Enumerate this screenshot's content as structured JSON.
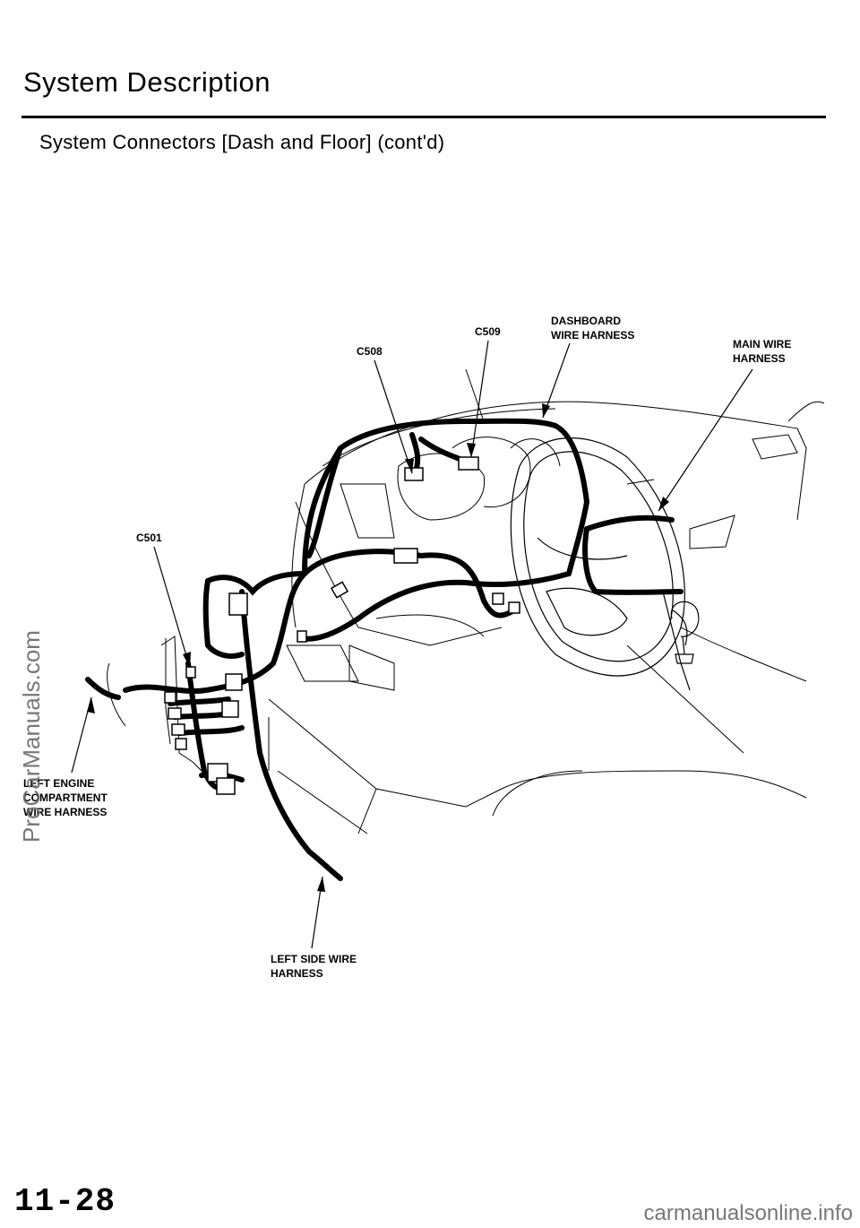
{
  "header": {
    "title": "System Description",
    "subtitle": "System Connectors [Dash and Floor] (cont'd)"
  },
  "figure": {
    "labels": {
      "c508": "C508",
      "c509": "C509",
      "dashboard_1": "DASHBOARD",
      "dashboard_2": "WIRE HARNESS",
      "main_1": "MAIN WIRE",
      "main_2": "HARNESS",
      "c501": "C501",
      "left_engine_1": "LEFT ENGINE",
      "left_engine_2": "COMPARTMENT",
      "left_engine_3": "WIRE HARNESS",
      "left_side_1": "LEFT SIDE WIRE",
      "left_side_2": "HARNESS"
    }
  },
  "watermark": "ProCarManuals.com",
  "footer": {
    "page_number": "11-28",
    "url": "carmanualsonline.info"
  }
}
